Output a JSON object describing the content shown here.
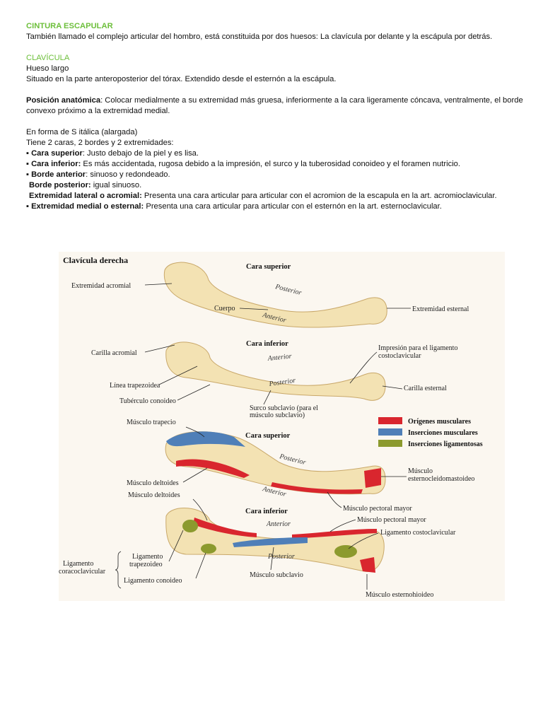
{
  "heading1": "CINTURA ESCAPULAR",
  "intro": "También llamado el complejo articular del hombro, está constituida por dos huesos: La clavícula por delante y la escápula por detrás.",
  "heading2": "CLAVÍCULA",
  "line_hueso": "Hueso largo",
  "line_situado": "Situado en la parte anteroposterior del tórax. Extendido desde el esternón a la escápula.",
  "posicion": {
    "label": "Posición anatómica",
    "text": ": Colocar medialmente a su extremidad más gruesa, inferiormente a la cara ligeramente cóncava, ventralmente, el borde convexo próximo a la extremidad medial."
  },
  "forma": "En forma de S itálica (alargada)",
  "tiene": "Tiene 2 caras, 2 bordes y 2 extremidades:",
  "items": [
    {
      "bullet": "▪ ",
      "label": "Cara superior",
      "text": ": Justo debajo de la piel y es lisa."
    },
    {
      "bullet": "▪ ",
      "label": "Cara inferior:",
      "text": " Es más accidentada, rugosa debido a la impresión, el surco y la tuberosidad conoideo y el foramen nutricio."
    },
    {
      "bullet": "▪ ",
      "label": "Borde anterior",
      "text": ": sinuoso y redondeado."
    },
    {
      "bullet": "",
      "label": "Borde posterior:",
      "text": " igual sinuoso."
    },
    {
      "bullet": "",
      "label": "Extremidad lateral o acromial:",
      "text": " Presenta una cara articular para articular con el acromion de la escapula en la art. acromioclavicular."
    },
    {
      "bullet": "▪ ",
      "label": "Extremidad medial o esternal:",
      "text": " Presenta una cara articular para articular con el esternón en la art. esternoclavicular."
    }
  ],
  "figure": {
    "title": "Clavícula derecha",
    "view1": {
      "title": "Cara superior",
      "extremidad_acromial": "Extremidad acromial",
      "posterior": "Posterior",
      "cuerpo": "Cuerpo",
      "anterior": "Anterior",
      "extremidad_esternal": "Extremidad esternal"
    },
    "view2": {
      "title": "Cara inferior",
      "carilla_acromial": "Carilla acromial",
      "anterior": "Anterior",
      "impresion_1": "Impresión para el ligamento",
      "impresion_2": "costoclavicular",
      "linea_trapezoidea": "Línea trapezoidea",
      "posterior": "Posterior",
      "carilla_esternal": "Carilla esternal",
      "tuberculo_conoideo": "Tubérculo conoideo",
      "surco_1": "Surco subclavio (para el",
      "surco_2": "músculo subclavio)"
    },
    "legend": [
      {
        "label": "Orígenes musculares",
        "color": "#d9262e"
      },
      {
        "label": "Inserciones musculares",
        "color": "#4f7fb8"
      },
      {
        "label": "Inserciones ligamentosas",
        "color": "#8c9a2e"
      }
    ],
    "view3": {
      "musculo_trapecio": "Músculo trapecio",
      "title": "Cara superior",
      "posterior": "Posterior",
      "scm_1": "Músculo",
      "scm_2": "esternocleidomastoideo",
      "musculo_deltoides": "Músculo deltoides",
      "anterior": "Anterior",
      "pectoral": "Músculo pectoral mayor"
    },
    "view4": {
      "musculo_deltoides": "Músculo deltoides",
      "title": "Cara inferior",
      "anterior": "Anterior",
      "pectoral": "Músculo pectoral mayor",
      "lig_costo": "Ligamento costoclavicular",
      "coraco_1": "Ligamento",
      "coraco_2": "coracoclavicular",
      "trap_1": "Ligamento",
      "trap_2": "trapezoideo",
      "posterior": "Posterior",
      "lig_conoideo": "Ligamento conoideo",
      "subclavio": "Músculo subclavio",
      "esternohioideo": "Músculo esternohioideo"
    }
  }
}
